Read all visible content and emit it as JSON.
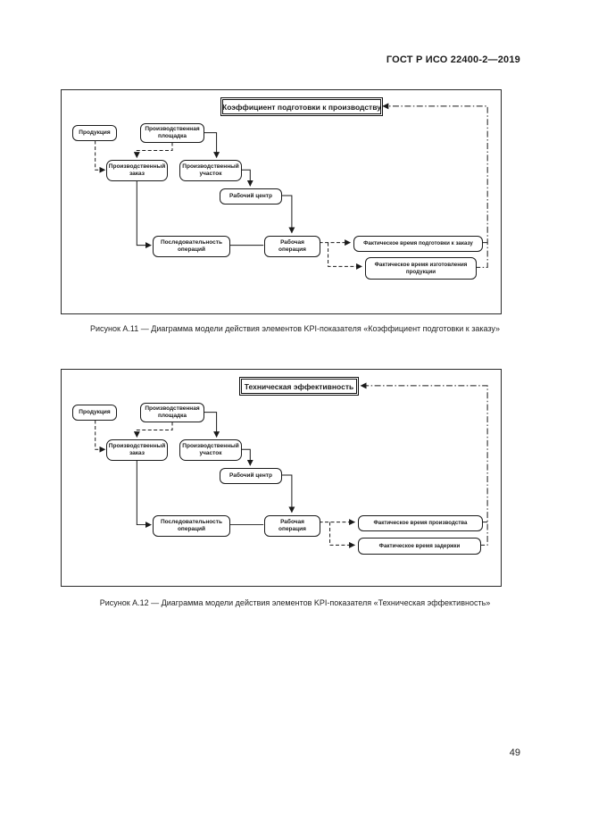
{
  "page": {
    "header": "ГОСТ Р ИСО 22400-2—2019",
    "page_number": "49"
  },
  "diagram1": {
    "title": "Коэффициент подготовки к производству",
    "nodes": {
      "product": "Продукция",
      "site": "Производственная площадка",
      "order": "Производственный заказ",
      "work_unit": "Производственный участок",
      "work_center": "Рабочий центр",
      "sequence": "Последовательность операций",
      "operation": "Рабочая операция",
      "result1": "Фактическое время подготовки к заказу",
      "result2": "Фактическое время изготовления продукции"
    },
    "caption": "Рисунок А.11 — Диаграмма модели действия элементов KPI-показателя «Коэффициент подготовки к заказу»"
  },
  "diagram2": {
    "title": "Техническая эффективность",
    "nodes": {
      "product": "Продукция",
      "site": "Производственная площадка",
      "order": "Производственный заказ",
      "work_unit": "Производственный участок",
      "work_center": "Рабочий центр",
      "sequence": "Последовательность операций",
      "operation": "Рабочая операция",
      "result1": "Фактическое время производства",
      "result2": "Фактическое время задержки"
    },
    "caption": "Рисунок А.12 — Диаграмма модели действия элементов KPI-показателя «Техническая эффективность»"
  }
}
